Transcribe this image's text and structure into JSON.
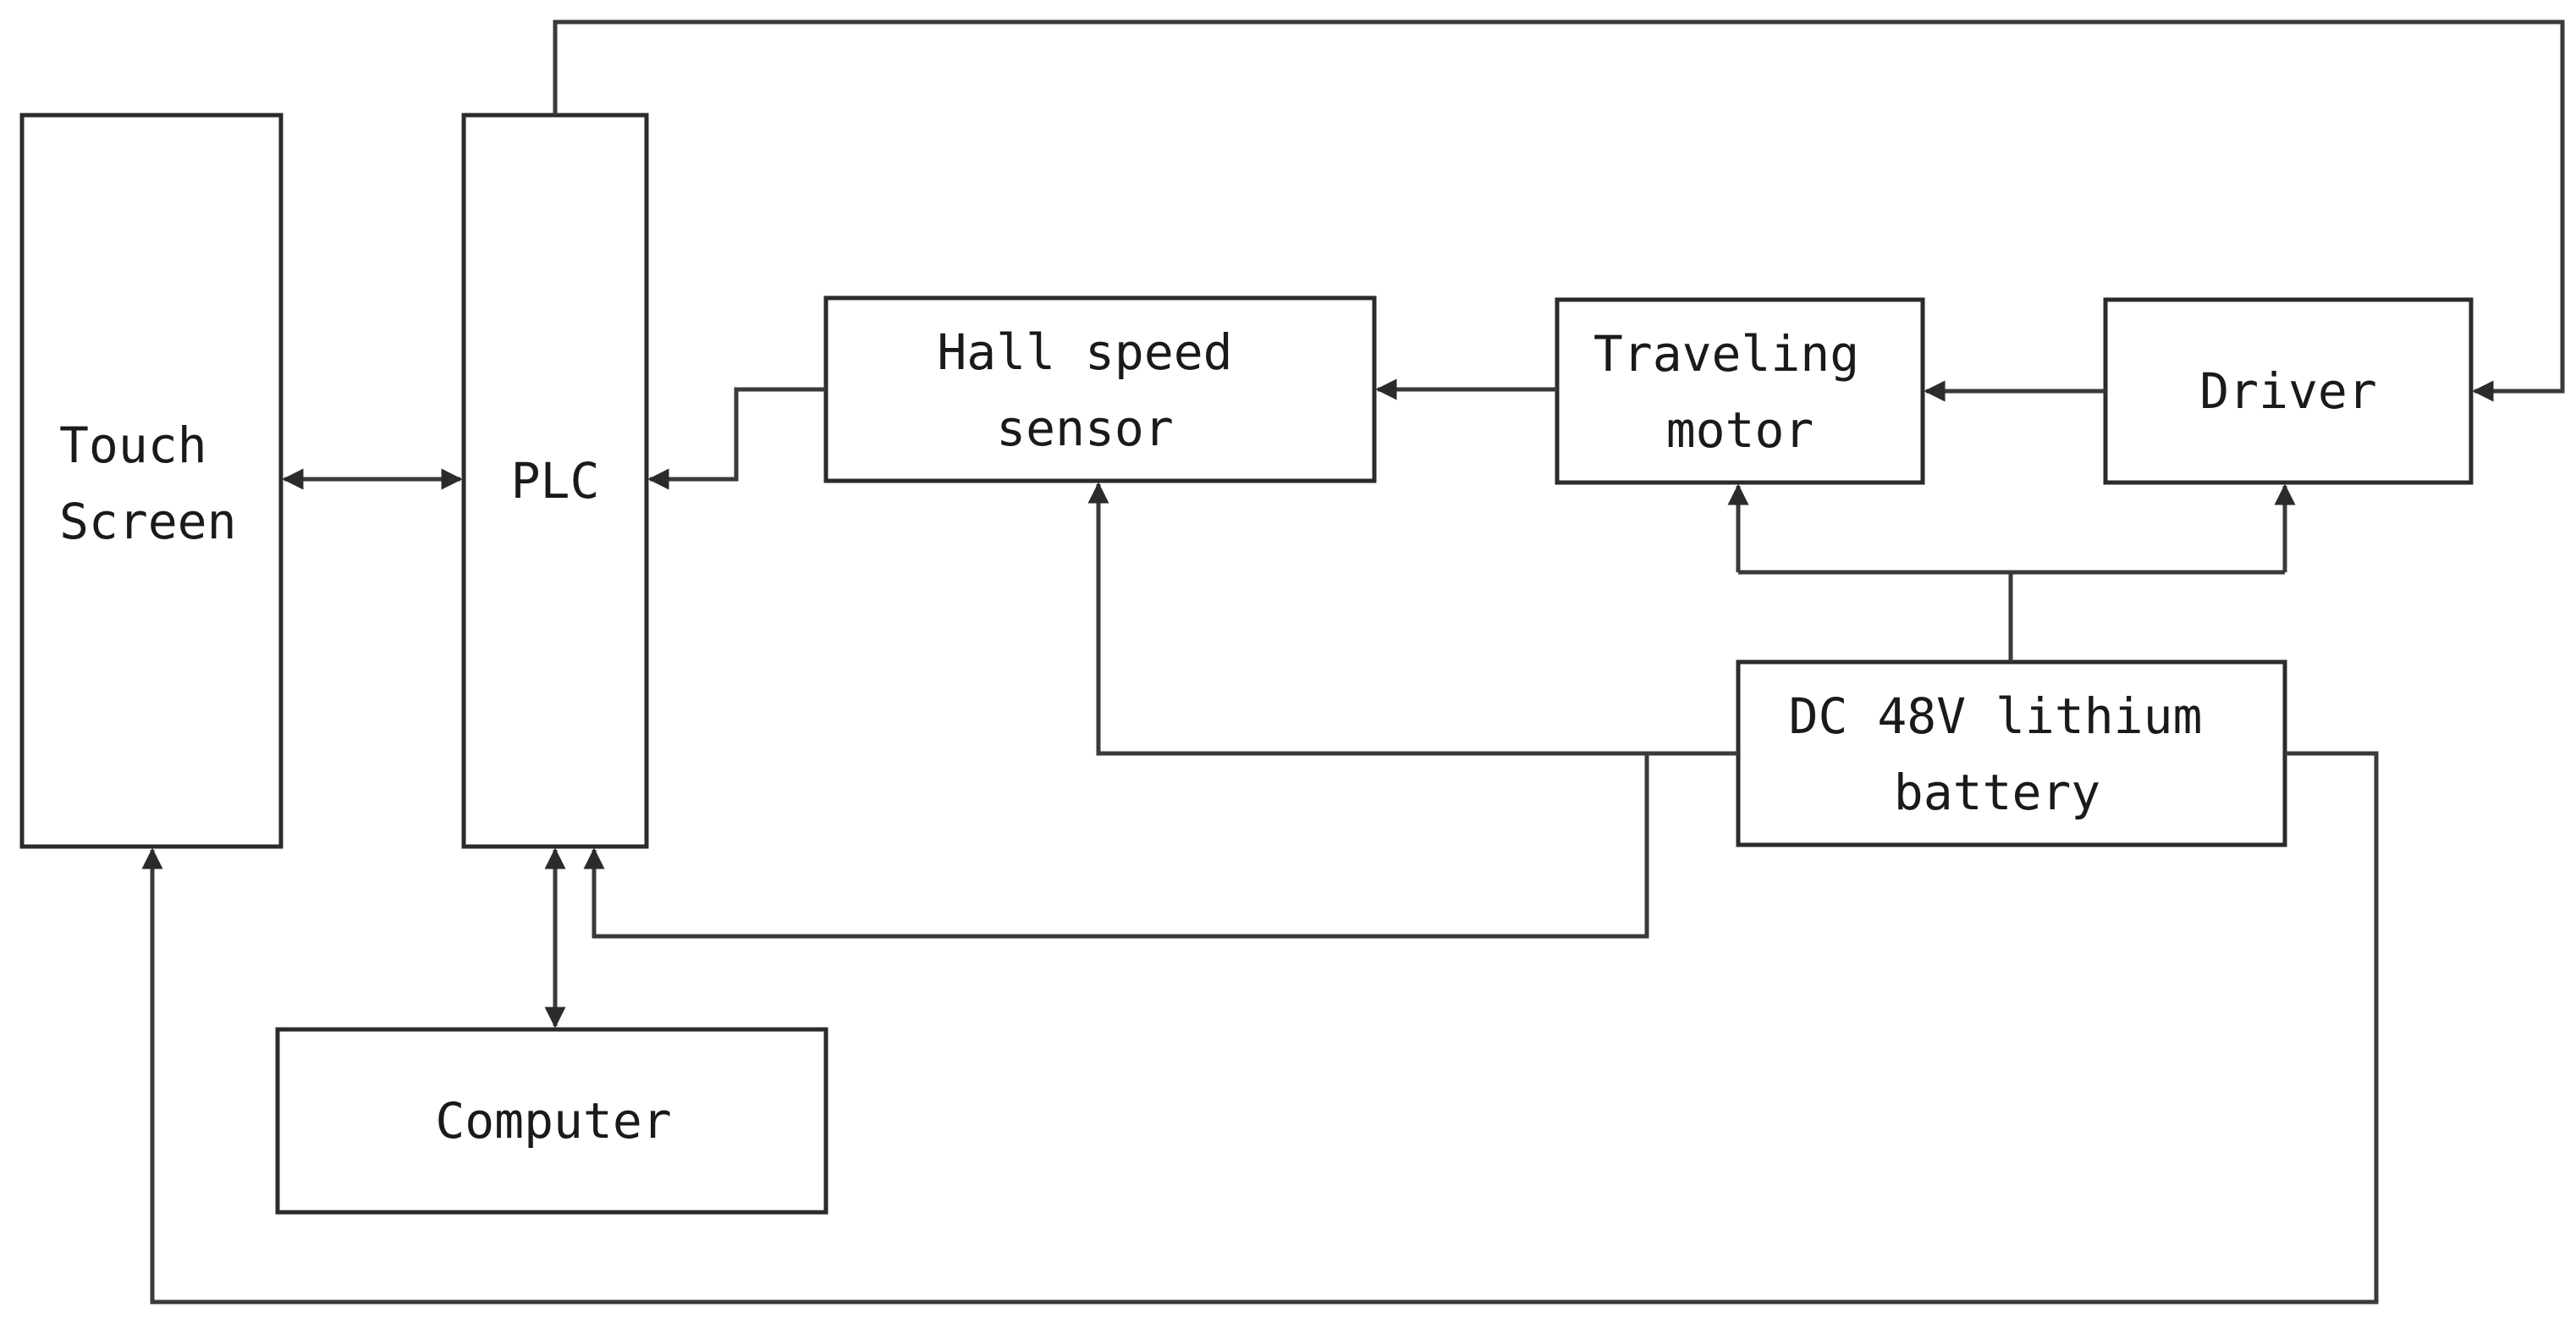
{
  "blocks": {
    "touch_screen": {
      "line1": "Touch",
      "line2": "Screen"
    },
    "plc": {
      "label": "PLC"
    },
    "hall_speed_sensor": {
      "line1": "Hall speed",
      "line2": "sensor"
    },
    "traveling_motor": {
      "line1": "Traveling",
      "line2": "motor"
    },
    "driver": {
      "label": "Driver"
    },
    "battery": {
      "line1": "DC 48V lithium",
      "line2": "battery"
    },
    "computer": {
      "label": "Computer"
    }
  },
  "connections": [
    {
      "from": "Touch Screen",
      "to": "PLC",
      "direction": "bidirectional"
    },
    {
      "from": "PLC",
      "to": "Driver",
      "direction": "forward"
    },
    {
      "from": "Hall speed sensor",
      "to": "PLC",
      "direction": "forward"
    },
    {
      "from": "Traveling motor",
      "to": "Hall speed sensor",
      "direction": "forward"
    },
    {
      "from": "Driver",
      "to": "Traveling motor",
      "direction": "forward"
    },
    {
      "from": "DC 48V lithium battery",
      "to": "Traveling motor",
      "direction": "forward"
    },
    {
      "from": "DC 48V lithium battery",
      "to": "Driver",
      "direction": "forward"
    },
    {
      "from": "DC 48V lithium battery",
      "to": "Hall speed sensor",
      "direction": "forward"
    },
    {
      "from": "DC 48V lithium battery",
      "to": "PLC",
      "direction": "forward"
    },
    {
      "from": "DC 48V lithium battery",
      "to": "Touch Screen",
      "direction": "forward"
    },
    {
      "from": "PLC",
      "to": "Computer",
      "direction": "bidirectional"
    }
  ],
  "colors": {
    "line": "#3a3a3a",
    "box_border": "#2b2b2b",
    "text": "#1a1a1a",
    "background": "#ffffff"
  }
}
